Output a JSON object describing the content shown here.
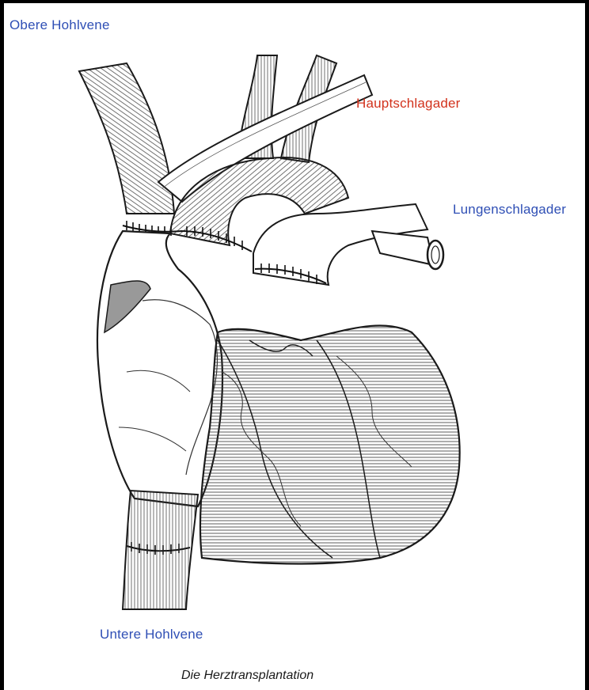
{
  "labels": {
    "superior_vena_cava": "Obere Hohlvene",
    "aorta": "Hauptschlagader",
    "pulmonary_artery": "Lungenschlagader",
    "inferior_vena_cava": "Untere Hohlvene"
  },
  "caption": "Die Herztransplantation",
  "colors": {
    "blue_label": "#2f4fb5",
    "red_label": "#d2321c",
    "ink": "#1a1a1a",
    "frame": "#000000"
  }
}
